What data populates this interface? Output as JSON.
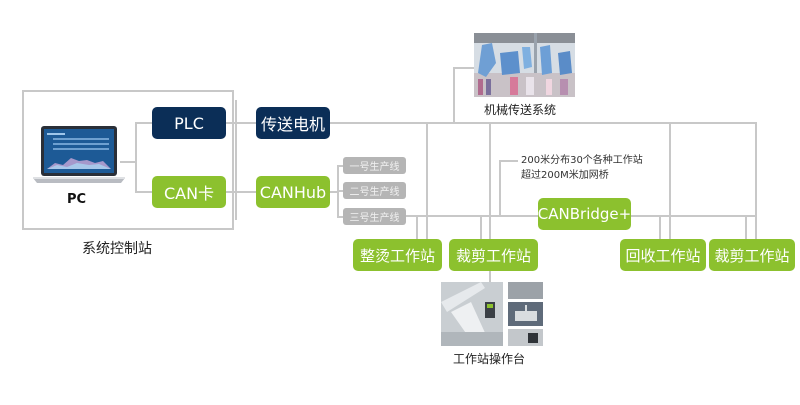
{
  "control_station": {
    "label": "系统控制站",
    "pc_label": "PC"
  },
  "nodes": {
    "plc": "PLC",
    "can_card": "CAN卡",
    "motor": "传送电机",
    "canhub": "CANHub",
    "canbridge": "CANBridge+"
  },
  "production_lines": [
    "一号生产线",
    "二号生产线",
    "三号生产线"
  ],
  "workstations": [
    "整烫工作站",
    "裁剪工作站",
    "回收工作站",
    "裁剪工作站"
  ],
  "conveyor_system": {
    "label": "机械传送系统"
  },
  "operation_console": {
    "label": "工作站操作台"
  },
  "note": {
    "line1": "200米分布30个各种工作站",
    "line2": "超过200M米加网桥"
  },
  "colors": {
    "navy": "#0b2e57",
    "green": "#8cc12e",
    "gray": "#b5b5b5",
    "connector": "#c8c8c8"
  }
}
